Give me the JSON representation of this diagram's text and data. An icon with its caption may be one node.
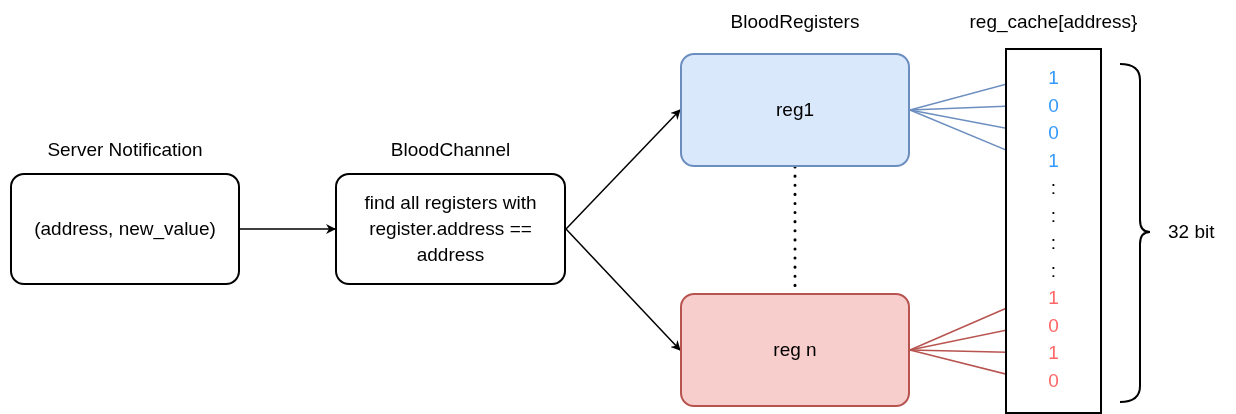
{
  "diagram": {
    "nodes": [
      {
        "text": [
          "Server Notification",
          "(address, new_value)"
        ]
      },
      {
        "text": [
          "BloodChannel",
          "find all registers with register.address == address"
        ]
      },
      {
        "text": [
          "reg1"
        ]
      },
      {
        "text": [
          "reg n"
        ]
      },
      {
        "text": [
          "reg_cache[address}"
        ]
      },
      {
        "text": [
          "1"
        ],
        "in": 4
      },
      {
        "text": [
          "0"
        ],
        "in": 4
      },
      {
        "text": [
          "0"
        ],
        "in": 4
      },
      {
        "text": [
          "1"
        ],
        "in": 4
      },
      {
        "text": [
          "1"
        ],
        "in": 4
      },
      {
        "text": [
          "0"
        ],
        "in": 4
      },
      {
        "text": [
          "1"
        ],
        "in": 4
      },
      {
        "text": [
          "0"
        ],
        "in": 4
      }
    ],
    "edges": [
      {
        "from": 0,
        "to": 1,
        "arrow": "to"
      },
      {
        "from": 1,
        "to": 2,
        "arrow": "to"
      },
      {
        "from": 1,
        "to": 3,
        "arrow": "to"
      },
      {
        "from": 2,
        "to": 3,
        "arrow": "none",
        "style": "dashed"
      },
      {
        "from": 2,
        "to": 5,
        "arrow": "none",
        "color": "#6c8ebf"
      },
      {
        "from": 2,
        "to": 6,
        "arrow": "none",
        "color": "#6c8ebf"
      },
      {
        "from": 2,
        "to": 7,
        "arrow": "none",
        "color": "#6c8ebf"
      },
      {
        "from": 2,
        "to": 8,
        "arrow": "none",
        "color": "#6c8ebf"
      },
      {
        "from": 3,
        "to": 9,
        "arrow": "none",
        "color": "#b85450"
      },
      {
        "from": 3,
        "to": 10,
        "arrow": "none",
        "color": "#b85450"
      },
      {
        "from": 3,
        "to": 11,
        "arrow": "none",
        "color": "#b85450"
      },
      {
        "from": 3,
        "to": 12,
        "arrow": "none",
        "color": "#b85450"
      }
    ],
    "labels": [
      "BloodRegisters",
      ":",
      ":",
      ":",
      ":",
      "32 bit"
    ]
  }
}
